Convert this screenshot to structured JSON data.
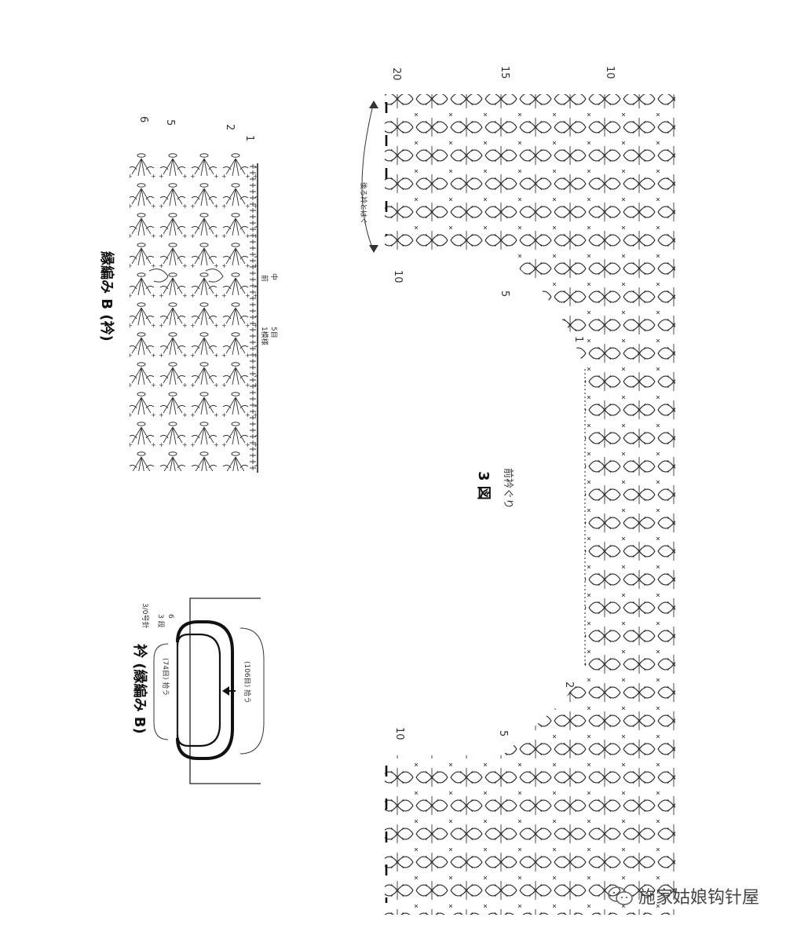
{
  "diagram_b": {
    "title": "縁編み B (衿)",
    "row_labels": [
      "6",
      "5",
      "2",
      "1"
    ],
    "repeat_label": "5目",
    "repeat_sub": "1模様",
    "center_mark": "中",
    "center_sub": "前"
  },
  "collar": {
    "title": "衿 (縁編み B)",
    "note": "3/0号針",
    "rows_top": "6",
    "rows_bottom": "3 段",
    "inner_label": "(74目) 拾う",
    "outer_label": "(106目) 拾う"
  },
  "fig3": {
    "title": "3 図",
    "subtitle": "前衿ぐり",
    "back_note": "後ろ衿とはぐ",
    "row_labels_right": [
      "20",
      "15",
      "10"
    ],
    "row_labels_mid": [
      "10",
      "5",
      "1"
    ],
    "row_labels_left": [
      "10",
      "5",
      "2"
    ]
  },
  "watermark": {
    "text": "施家姑娘钩针屋"
  },
  "colors": {
    "ink": "#222222",
    "accent": "#111111"
  }
}
